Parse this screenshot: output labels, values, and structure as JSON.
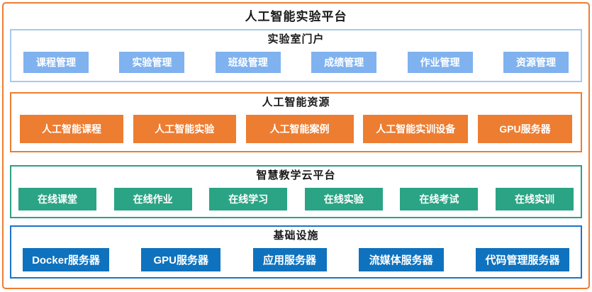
{
  "title": "人工智能实验平台",
  "colors": {
    "outer_border": "#ED7D31",
    "portal_tile": "#7FB2EF",
    "portal_border": "#A7C9EE",
    "ai_tile": "#ED7D31",
    "ai_border": "#ED7D31",
    "cloud_tile": "#2AA485",
    "cloud_border": "#2E9F84",
    "infra_tile": "#0F72BE",
    "infra_border": "#1B73C8",
    "tile_text": "#FFFFFF",
    "heading_text": "#1A1A1A"
  },
  "sections": [
    {
      "title": "实验室门户",
      "items": [
        "课程管理",
        "实验管理",
        "班级管理",
        "成绩管理",
        "作业管理",
        "资源管理"
      ]
    },
    {
      "title": "人工智能资源",
      "items": [
        "人工智能课程",
        "人工智能实验",
        "人工智能案例",
        "人工智能实训设备",
        "GPU服务器"
      ]
    },
    {
      "title": "智慧教学云平台",
      "items": [
        "在线课堂",
        "在线作业",
        "在线学习",
        "在线实验",
        "在线考试",
        "在线实训"
      ]
    },
    {
      "title": "基础设施",
      "items": [
        "Docker服务器",
        "GPU服务器",
        "应用服务器",
        "流媒体服务器",
        "代码管理服务器"
      ]
    }
  ]
}
